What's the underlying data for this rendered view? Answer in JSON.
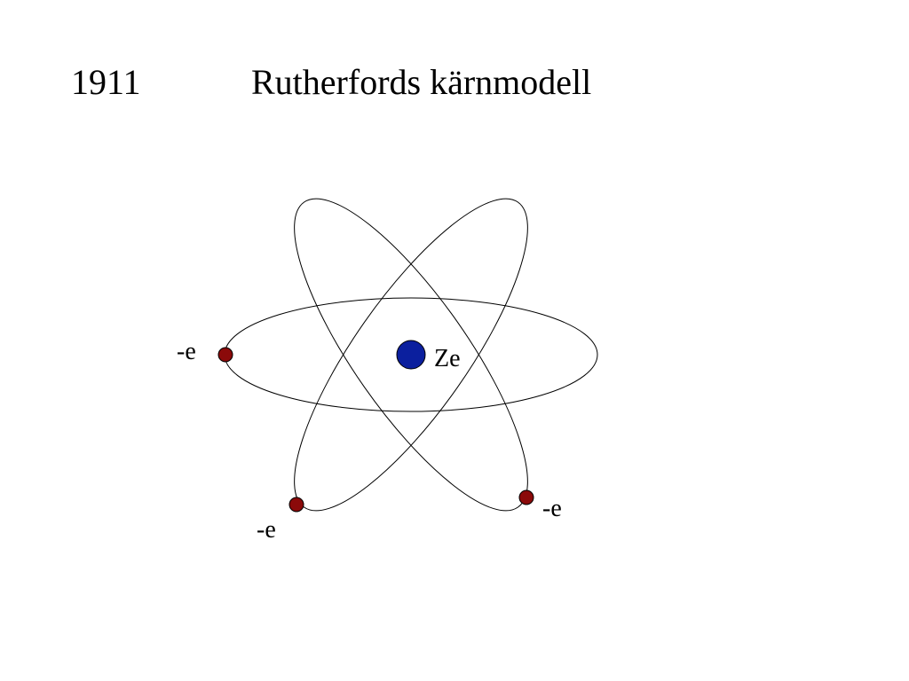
{
  "slide": {
    "year": "1911",
    "title": "Rutherfords kärnmodell"
  },
  "atom": {
    "nucleus_label": "Ze",
    "electron_label": "-e",
    "electrons": [
      {
        "label": "-e"
      },
      {
        "label": "-e"
      },
      {
        "label": "-e"
      }
    ]
  },
  "colors": {
    "nucleus": "#0b1f9e",
    "electron": "#8b0a0a",
    "orbit": "#000000",
    "background": "#ffffff"
  },
  "icons": {
    "nucleus": "nucleus-icon",
    "electron": "electron-icon"
  }
}
